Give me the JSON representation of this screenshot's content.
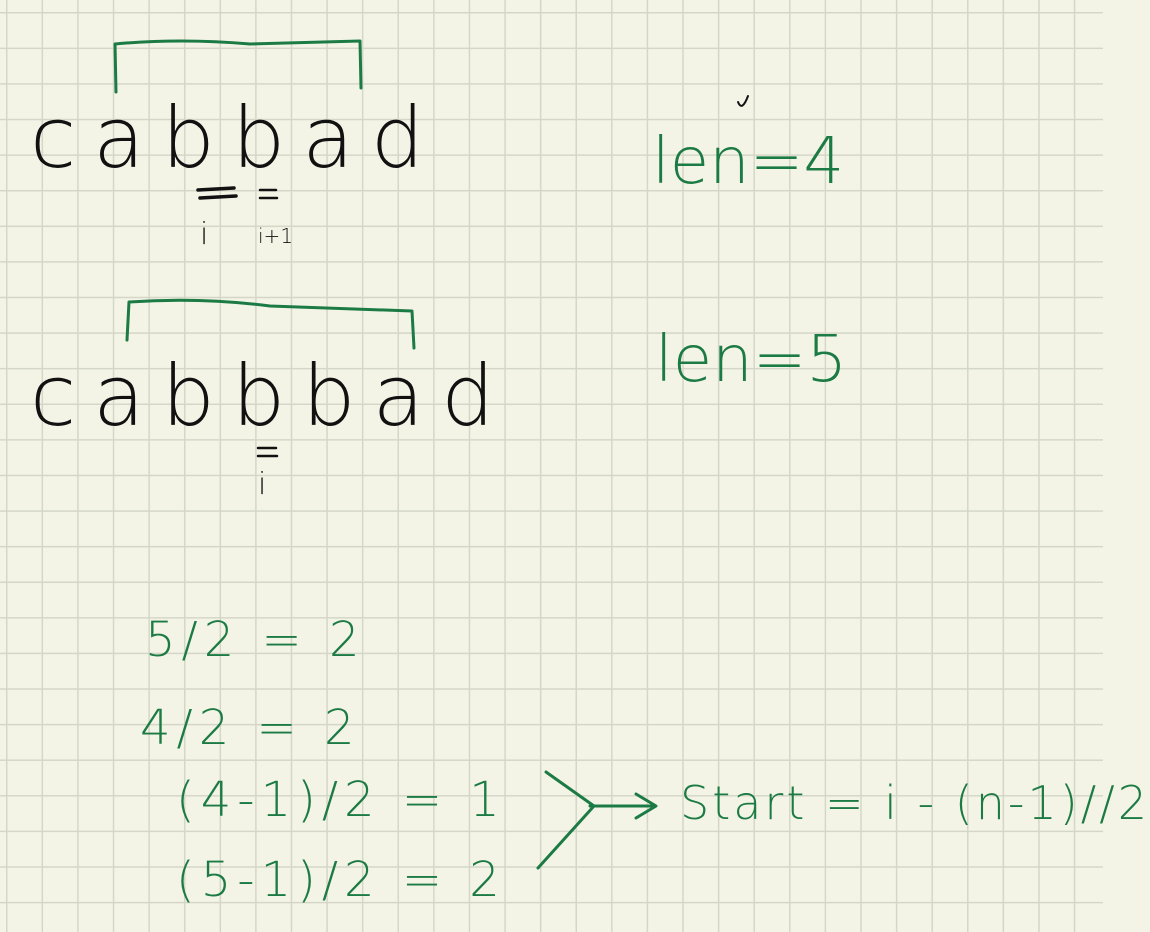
{
  "colors": {
    "paper": "#f4f4e6",
    "grid": "#d4d6c8",
    "black_ink": "#111111",
    "green_ink": "#1c7b44"
  },
  "example_even": {
    "string": "cabbad",
    "index_label_i": "i",
    "index_label_i_plus_1": "i+1",
    "length": "len=4"
  },
  "example_odd": {
    "string": "cabbbad",
    "index_label_i": "i",
    "length": "len=5"
  },
  "calculations": {
    "line_1": "5/2 = 2",
    "line_2": "4/2 = 2",
    "line_3": "(4-1)/2 = 1",
    "line_4": "(5-1)/2 = 2",
    "conclusion": "Start = i - (n-1)//2"
  }
}
